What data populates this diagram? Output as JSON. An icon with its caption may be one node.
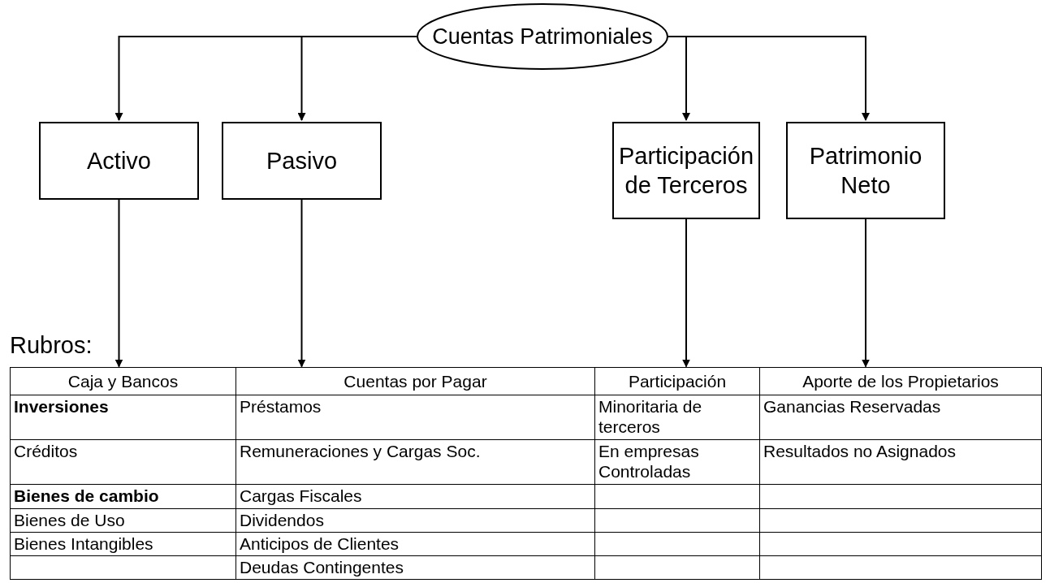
{
  "diagram": {
    "nodes": [
      {
        "text": [
          "Cuentas Patrimoniales"
        ]
      },
      {
        "text": [
          "Activo"
        ]
      },
      {
        "text": [
          "Pasivo"
        ]
      },
      {
        "text": [
          "Participación de Terceros"
        ]
      },
      {
        "text": [
          "Patrimonio Neto"
        ]
      },
      {
        "text": [
          "Caja y Bancos"
        ]
      },
      {
        "text": [
          "Cuentas por Pagar"
        ]
      },
      {
        "text": [
          "Participación"
        ]
      },
      {
        "text": [
          "Aporte de los Propietarios"
        ]
      }
    ],
    "edges": [
      {
        "from": 0,
        "to": 1,
        "arrow": "to"
      },
      {
        "from": 0,
        "to": 2,
        "arrow": "to"
      },
      {
        "from": 0,
        "to": 3,
        "arrow": "to"
      },
      {
        "from": 0,
        "to": 4,
        "arrow": "to"
      },
      {
        "from": 1,
        "to": 5,
        "arrow": "to"
      },
      {
        "from": 2,
        "to": 6,
        "arrow": "to"
      },
      {
        "from": 3,
        "to": 7,
        "arrow": "to"
      },
      {
        "from": 4,
        "to": 8,
        "arrow": "to"
      }
    ],
    "labels": [
      "Rubros:",
      "Inversiones",
      "Préstamos",
      "Minoritaria de terceros",
      "Ganancias Reservadas",
      "Créditos",
      "Remuneraciones y Cargas Soc.",
      "En empresas Controladas",
      "Resultados no Asignados",
      "Bienes de cambio",
      "Cargas Fiscales",
      "Bienes de Uso",
      "Dividendos",
      "Bienes Intangibles",
      "Anticipos de Clientes",
      "Deudas Contingentes"
    ]
  }
}
